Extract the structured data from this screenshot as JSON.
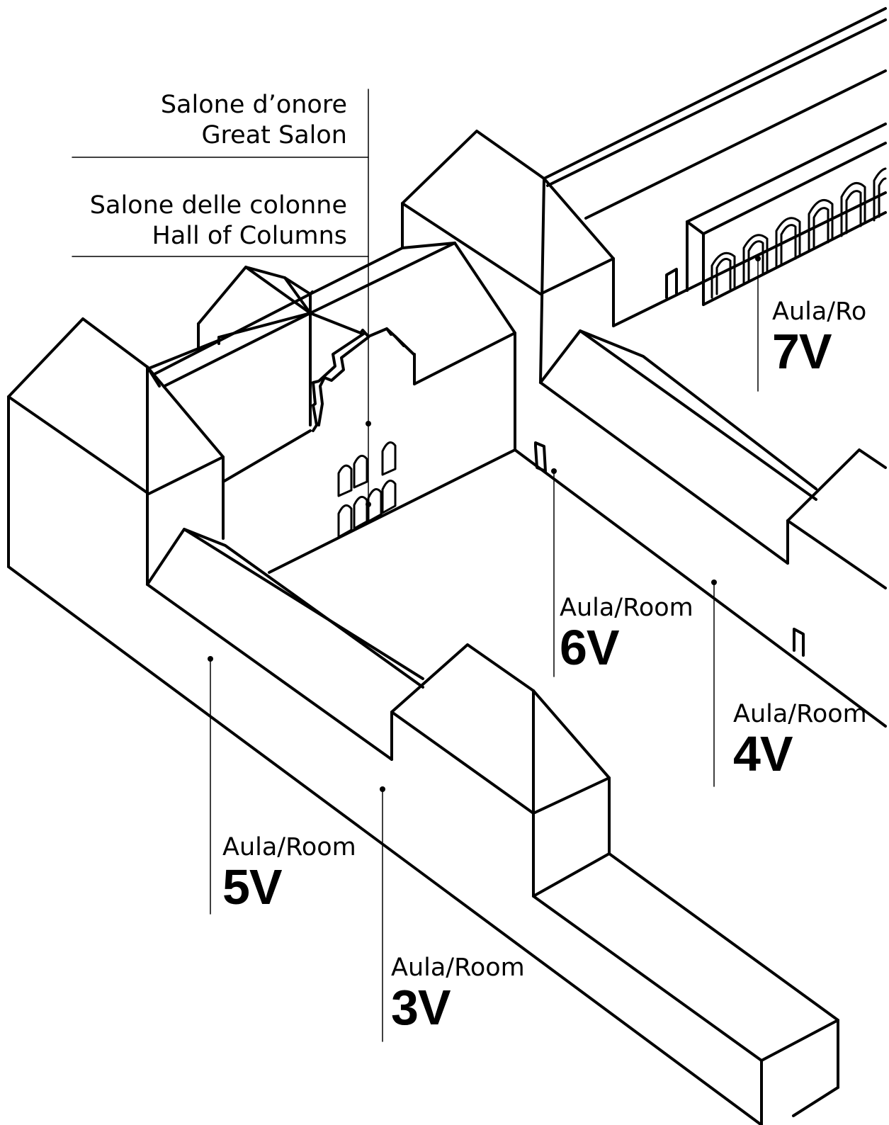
{
  "labels": {
    "great_salon": {
      "line1": "Salone d’onore",
      "line2": "Great Salon"
    },
    "hall_of_columns": {
      "line1": "Salone delle colonne",
      "line2": "Hall of Columns"
    }
  },
  "rooms": {
    "r7v": {
      "word": "Aula/Ro",
      "code": "7V"
    },
    "r6v": {
      "word": "Aula/Room",
      "code": "6V"
    },
    "r4v": {
      "word": "Aula/Room",
      "code": "4V"
    },
    "r5v": {
      "word": "Aula/Room",
      "code": "5V"
    },
    "r3v": {
      "word": "Aula/Room",
      "code": "3V"
    }
  },
  "colors": {
    "ink": "#000000",
    "background": "#ffffff"
  }
}
